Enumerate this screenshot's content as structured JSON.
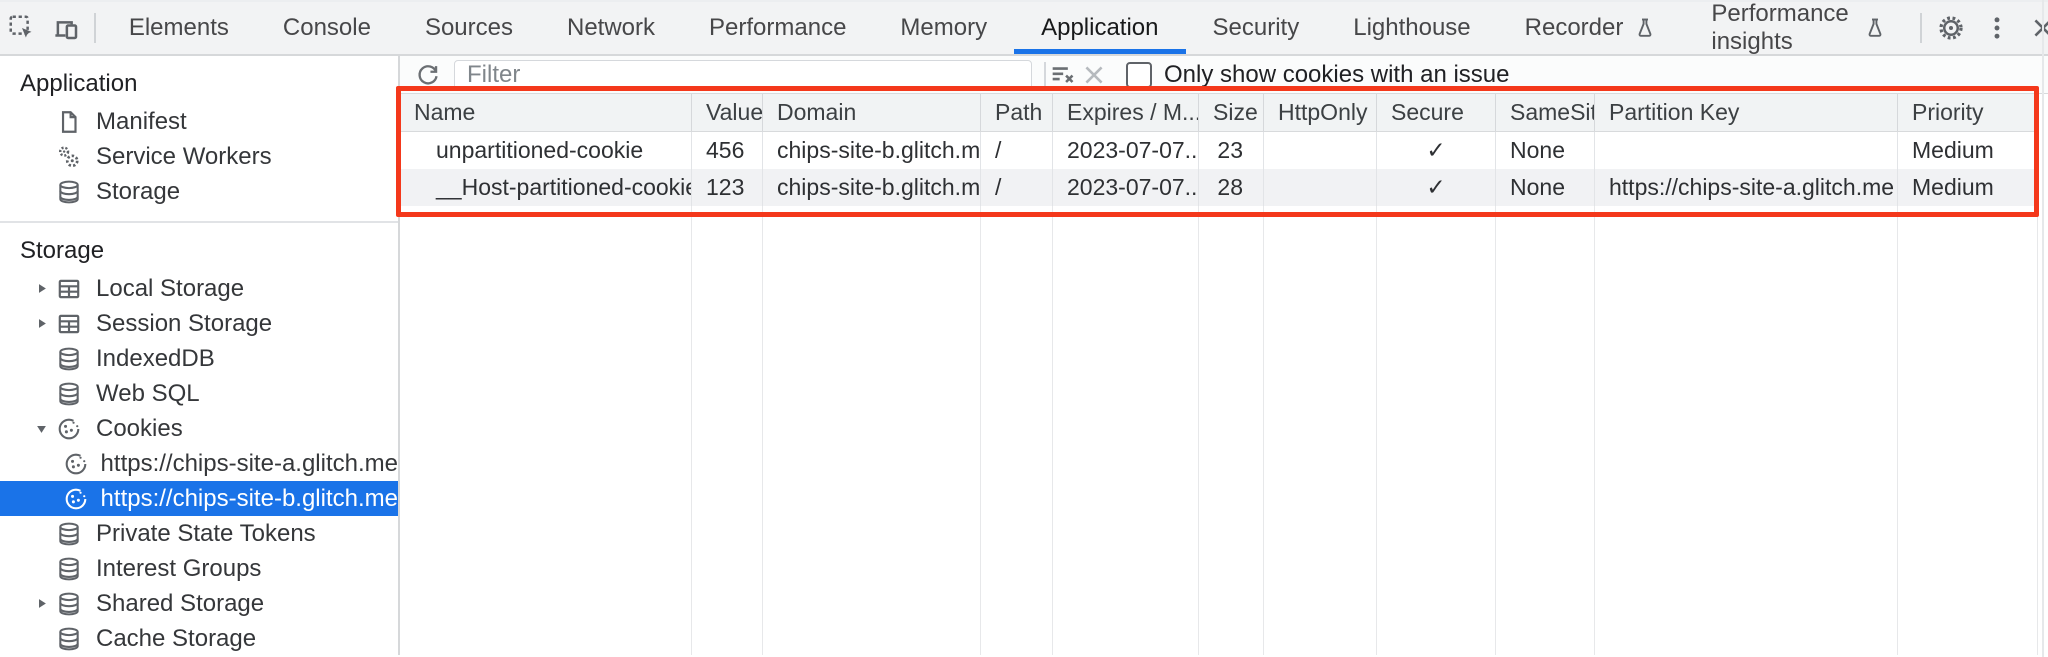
{
  "tabbar": {
    "tabs": [
      "Elements",
      "Console",
      "Sources",
      "Network",
      "Performance",
      "Memory",
      "Application",
      "Security",
      "Lighthouse",
      "Recorder",
      "Performance insights"
    ],
    "active_tab": "Application"
  },
  "sidebar": {
    "app_section_title": "Application",
    "storage_section_title": "Storage",
    "app_items": [
      "Manifest",
      "Service Workers",
      "Storage"
    ],
    "storage_items": [
      "Local Storage",
      "Session Storage",
      "IndexedDB",
      "Web SQL",
      "Cookies"
    ],
    "cookie_children": [
      "https://chips-site-a.glitch.me",
      "https://chips-site-b.glitch.me"
    ],
    "selected_item": "https://chips-site-b.glitch.me",
    "storage_items_after": [
      "Private State Tokens",
      "Interest Groups",
      "Shared Storage",
      "Cache Storage"
    ]
  },
  "toolbar": {
    "filter_placeholder": "Filter",
    "only_issue_label": "Only show cookies with an issue",
    "checkbox_checked": false
  },
  "cookies_table": {
    "columns": [
      "Name",
      "Value",
      "Domain",
      "Path",
      "Expires / M...",
      "Size",
      "HttpOnly",
      "Secure",
      "SameSite",
      "Partition Key",
      "Priority"
    ],
    "rows": [
      [
        "unpartitioned-cookie",
        "456",
        "chips-site-b.glitch.me",
        "/",
        "2023-07-07...",
        "23",
        "",
        "✓",
        "None",
        "",
        "Medium"
      ],
      [
        "__Host-partitioned-cookie",
        "123",
        "chips-site-b.glitch.me",
        "/",
        "2023-07-07...",
        "28",
        "",
        "✓",
        "None",
        "https://chips-site-a.glitch.me",
        "Medium"
      ]
    ]
  },
  "colors": {
    "accent_blue": "#1a73e8",
    "annotation_red": "#f4381b",
    "selected_item_bg": "#1a73e8",
    "grid_header_bg": "#f1f3f4",
    "row_stripe_bg": "#f1f2f4"
  }
}
